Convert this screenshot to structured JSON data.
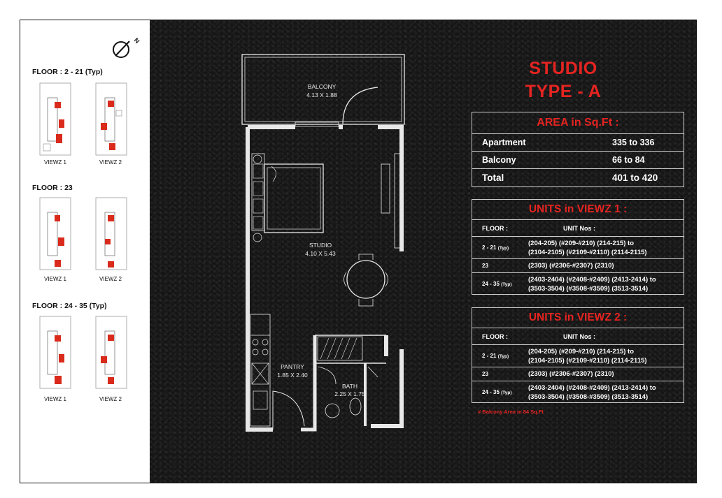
{
  "floor_groups": [
    {
      "label": "FLOOR : 2 - 21 (Typ)",
      "views": [
        "VIEWZ 1",
        "VIEWZ 2"
      ]
    },
    {
      "label": "FLOOR : 23",
      "views": [
        "VIEWZ 1",
        "VIEWZ 2"
      ]
    },
    {
      "label": "FLOOR : 24 - 35 (Typ)",
      "views": [
        "VIEWZ 1",
        "VIEWZ 2"
      ]
    }
  ],
  "compass_letter": "N",
  "title_line1": "STUDIO",
  "title_line2": "TYPE - A",
  "area": {
    "heading": "AREA in Sq.Ft :",
    "rows": [
      {
        "label": "Apartment",
        "value": "335 to 336"
      },
      {
        "label": "Balcony",
        "value": "66 to 84"
      },
      {
        "label": "Total",
        "value": "401 to 420"
      }
    ]
  },
  "units_tables": [
    {
      "heading": "UNITS in VIEWZ 1 :",
      "col_floor": "FLOOR :",
      "col_units": "UNIT Nos :",
      "rows": [
        {
          "floor": "2 - 21",
          "typ": "(Typ)",
          "line1": "(204-205) (#209-#210) (214-215) to",
          "line2": "(2104-2105) (#2109-#2110) (2114-2115)"
        },
        {
          "floor": "23",
          "typ": "",
          "line1": "(2303) (#2306-#2307) (2310)",
          "line2": ""
        },
        {
          "floor": "24 - 35",
          "typ": "(Typ)",
          "line1": "(2403-2404) (#2408-#2409) (2413-2414) to",
          "line2": "(3503-3504) (#3508-#3509) (3513-3514)"
        }
      ]
    },
    {
      "heading": "UNITS in VIEWZ 2 :",
      "col_floor": "FLOOR :",
      "col_units": "UNIT Nos :",
      "rows": [
        {
          "floor": "2 - 21",
          "typ": "(Typ)",
          "line1": "(204-205) (#209-#210) (214-215) to",
          "line2": "(2104-2105) (#2109-#2110) (2114-2115)"
        },
        {
          "floor": "23",
          "typ": "",
          "line1": "(2303) (#2306-#2307) (2310)",
          "line2": ""
        },
        {
          "floor": "24 - 35",
          "typ": "(Typ)",
          "line1": "(2403-2404) (#2408-#2409) (2413-2414) to",
          "line2": "(3503-3504) (#3508-#3509) (3513-3514)"
        }
      ]
    }
  ],
  "note": "# Balcony Area in 84 Sq.Ft",
  "plan": {
    "balcony_label": "BALCONY",
    "balcony_dim": "4.13 X 1.88",
    "studio_label": "STUDIO",
    "studio_dim": "4.10 X 5.43",
    "pantry_label": "PANTRY",
    "pantry_dim": "1.85 X 2.40",
    "bath_label": "BATH",
    "bath_dim": "2.25 X 1.75"
  },
  "colors": {
    "accent": "#e52421",
    "background": "#151515"
  }
}
